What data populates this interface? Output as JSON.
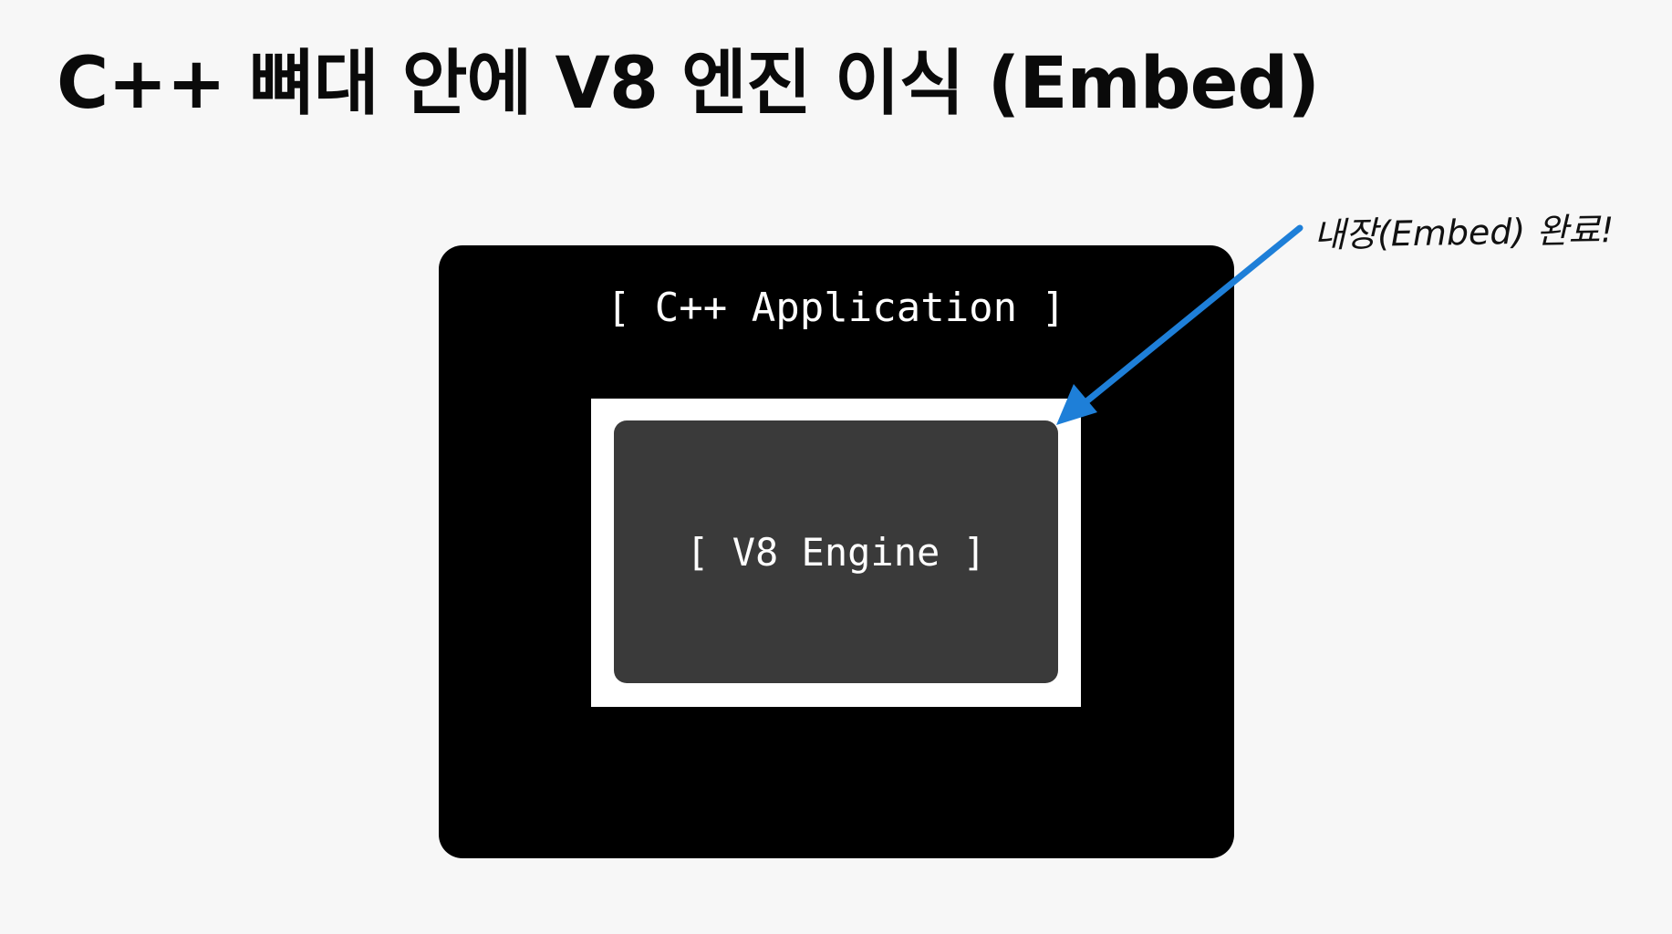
{
  "title": "C++ 뼈대 안에 V8 엔진 이식 (Embed)",
  "diagram": {
    "outer_label": "[ C++ Application ]",
    "inner_label": "[ V8 Engine ]",
    "annotation": "내장(Embed) 완료!",
    "colors": {
      "background": "#f7f7f7",
      "outer_box": "#000000",
      "inner_frame": "#ffffff",
      "engine_box": "#3a3a3a",
      "arrow": "#1e7fd8"
    }
  }
}
